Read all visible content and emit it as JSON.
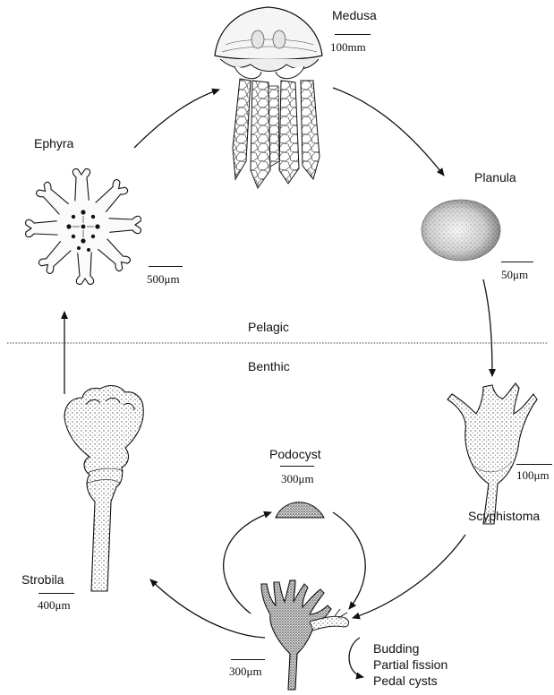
{
  "stages": {
    "medusa": "Medusa",
    "planula": "Planula",
    "scyphistoma": "Scyphistoma",
    "podocyst": "Podocyst",
    "strobila": "Strobila",
    "ephyra": "Ephyra"
  },
  "scales": {
    "medusa": "100mm",
    "planula": "50μm",
    "scyphistoma": "100μm",
    "podocyst": "300μm",
    "strobila": "400μm",
    "polyp": "300μm",
    "ephyra": "500μm"
  },
  "zones": {
    "upper": "Pelagic",
    "lower": "Benthic"
  },
  "reproduction": [
    "Budding",
    "Partial fission",
    "Pedal cysts"
  ],
  "colors": {
    "ink": "#111111",
    "stipple": "#555555",
    "background": "#ffffff"
  }
}
